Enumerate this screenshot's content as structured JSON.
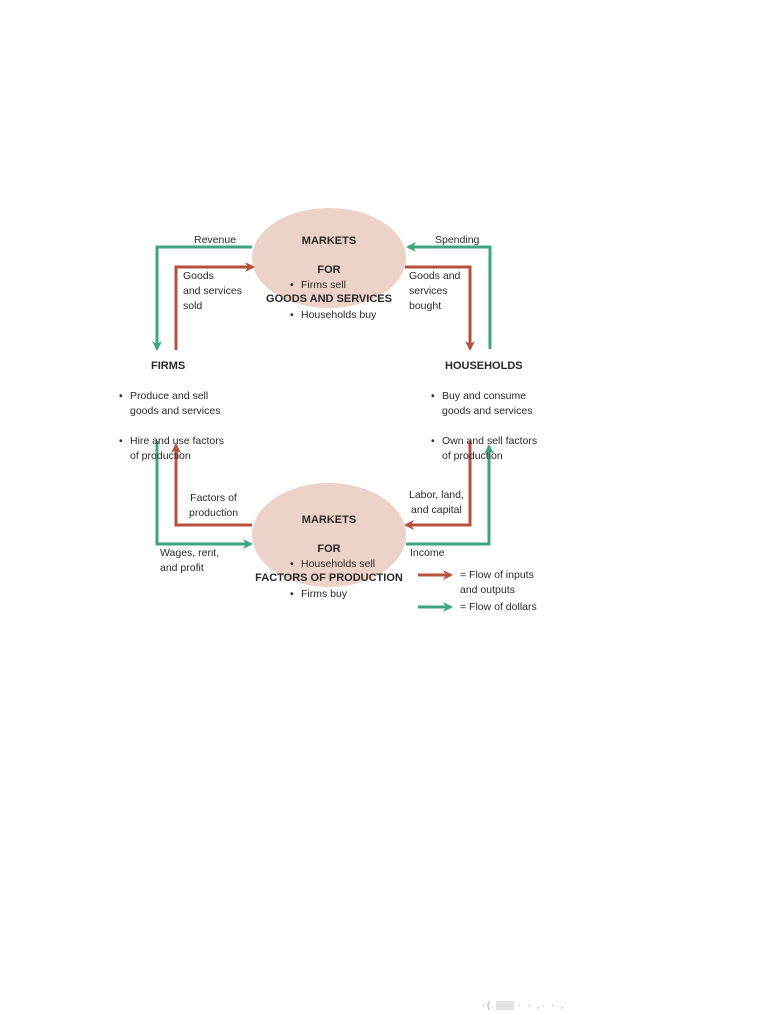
{
  "colors": {
    "inputs_outputs": "#b5513f",
    "dollars": "#3da57f",
    "market_oval": "#ecd2c8"
  },
  "goods_market": {
    "title": [
      "MARKETS",
      "FOR",
      "GOODS AND SERVICES"
    ],
    "bullets": [
      "Firms sell",
      "Households buy"
    ]
  },
  "factors_market": {
    "title": [
      "MARKETS",
      "FOR",
      "FACTORS OF PRODUCTION"
    ],
    "bullets": [
      "Households sell",
      "Firms buy"
    ]
  },
  "firms": {
    "title": "FIRMS",
    "bullets": [
      "Produce and sell\ngoods and services",
      "Hire and use factors\nof production"
    ]
  },
  "households": {
    "title": "HOUSEHOLDS",
    "bullets": [
      "Buy and consume\ngoods and services",
      "Own and sell factors\nof production"
    ]
  },
  "flows": {
    "revenue": "Revenue",
    "spending": "Spending",
    "goods_sold": "Goods\nand services\nsold",
    "goods_bought": "Goods and\nservices\nbought",
    "factors": "Factors of\nproduction",
    "labor": "Labor, land,\nand capital",
    "wages": "Wages, rent,\nand profit",
    "income": "Income"
  },
  "legend": {
    "inputs_outputs": "= Flow of inputs\nand outputs",
    "dollars": "= Flow of dollars"
  },
  "footer": {
    "left": "·(",
    "right": "· · ,· · ,"
  }
}
